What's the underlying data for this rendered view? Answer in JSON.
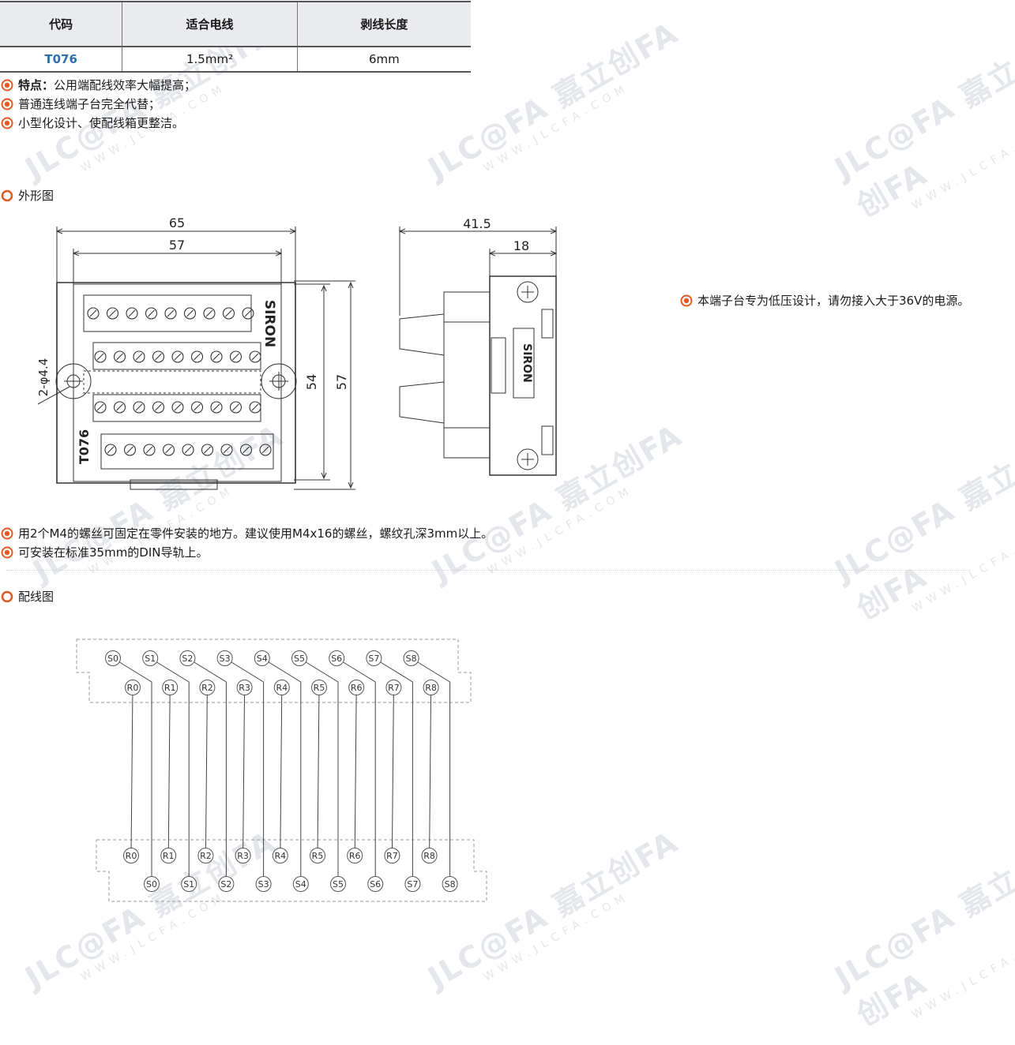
{
  "table": {
    "headers": [
      "代码",
      "适合电线",
      "剥线长度"
    ],
    "row": {
      "code": "T076",
      "wire": "1.5mm²",
      "strip": "6mm"
    }
  },
  "features": [
    {
      "lead": "特点：",
      "text": "公用端配线效率大幅提高；"
    },
    {
      "lead": "",
      "text": "普通连线端子台完全代替；"
    },
    {
      "lead": "",
      "text": "小型化设计、使配线箱更整洁。"
    }
  ],
  "sections": {
    "outline": "外形图",
    "wiring": "配线图"
  },
  "note": "本端子台专为低压设计，请勿接入大于36V的电源。",
  "install": [
    "用2个M4的螺丝可固定在零件安装的地方。建议使用M4x16的螺丝，螺纹孔深3mm以上。",
    "可安装在标准35mm的DIN导轨上。"
  ],
  "drawing": {
    "front": {
      "dim_width_outer": "65",
      "dim_width_inner": "57",
      "dim_height_inner": "54",
      "dim_height_outer": "57",
      "hole": "2-φ4.4",
      "brand": "SIRON",
      "model": "T076"
    },
    "side": {
      "dim_depth": "41.5",
      "dim_rail": "18",
      "brand": "SIRON"
    }
  },
  "wiring": {
    "s_labels": [
      "S0",
      "S1",
      "S2",
      "S3",
      "S4",
      "S5",
      "S6",
      "S7",
      "S8"
    ],
    "r_labels": [
      "R0",
      "R1",
      "R2",
      "R3",
      "R4",
      "R5",
      "R6",
      "R7",
      "R8"
    ]
  },
  "watermark": {
    "brand": "JLC@FA 嘉立创FA",
    "site": "WWW.JLCFA.COM"
  },
  "colors": {
    "accent": "#e85a1b",
    "code": "#2a6fb5",
    "header_bg": "#e9ebee"
  }
}
